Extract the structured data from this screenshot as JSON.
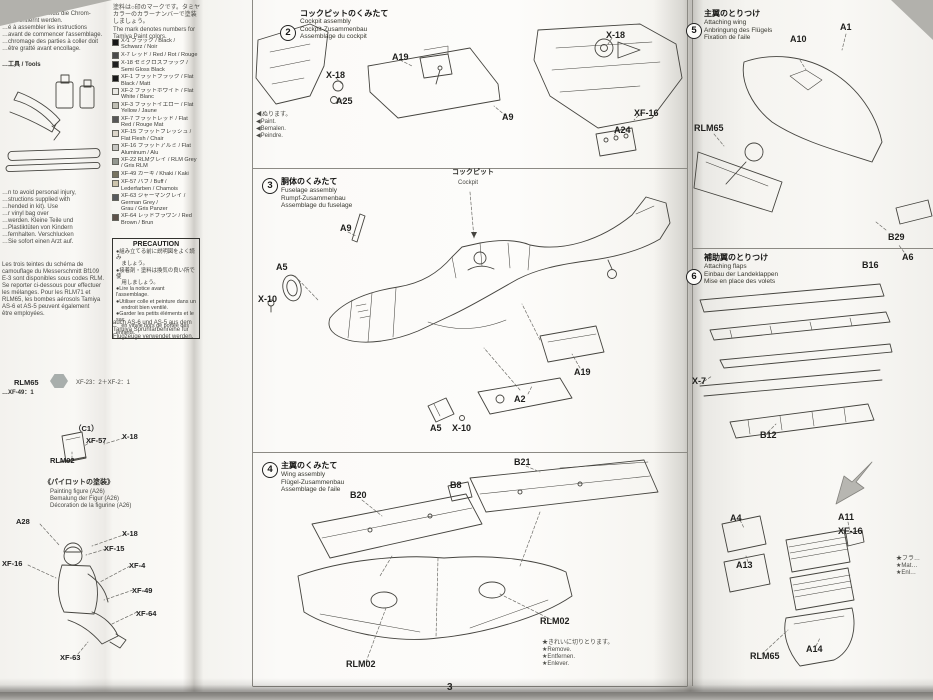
{
  "page": {
    "number": "3",
    "paper_color": "#fbfaf7",
    "background_color": "#b2b1ac",
    "ink_color": "#45443f"
  },
  "left_page": {
    "top_text": "…mittel haben.\n…n Klebestellen muß die Chrom-\n…icht entfernt werden.\n…é à assembler les instructions\n…avant de commencer l'assemblage.\n…chromage des parties à coller doit\n…être gratté avant encollage.",
    "tools_label": "…工具 / Tools",
    "safety_text": "…n to avoid personal injury,\n…structions supplied with\n…hended in kit). Use\n…r vinyl bag over\n…werden. Kleine Teile und\n…Plastiktüten von Kindern\n…fernhalten. Verschlucken\n…Sie sofort einen Arzt auf.",
    "french_text": "Les trois teintes du schéma de\ncamouflage du Messerschmitt Bf109\nE-3 sont disponibles sous codes RLM.\nSe reporter ci-dessous pour effectuer\nles mélanges. Pour les RLM71 et\nRLM65, les bombes aérosols Tamiya\nAS-6 et AS-5 peuvent également\nêtre employées.",
    "german_text": "auch AS-6 und AS-5 aus dem\nTamiya Sprühfarbenreihe für\nFlugzeuge verwendet werden.",
    "mix_fragment": "…XF-49：1",
    "rlm65": {
      "label": "RLM65",
      "formula": "XF-23：2＋XF-2：1",
      "swatch": "#a8aeac"
    },
    "c1": {
      "title": "（C1）",
      "xf57": "XF-57",
      "x18": "X-18",
      "rlm02": "RLM02"
    },
    "figure": {
      "title_jp": "《パイロットの塗装》",
      "titles_latin": "Painting figure (A26)\nBemalung der Figur (A26)\nDécoration de la figurine (A26)",
      "a28": "A28",
      "xf15": "XF-15",
      "x18": "X-18",
      "xf16": "XF-16",
      "xf4": "XF-4",
      "xf49": "XF-49",
      "xf64": "XF-64",
      "xf63": "XF-63"
    },
    "paint_legend_jp": "塗料は○印のマークです。タミヤ\nカラーのカラーナンバーで塗装\nしましょう。",
    "paint_legend_en": "The mark denotes numbers for\nTamiya Paint colors.",
    "paints": [
      {
        "sw": "#171717",
        "text": "X-1 ブラック / Black / Schwarz / Noir"
      },
      {
        "sw": "#4a4a4a",
        "text": "X-7 レッド / Red / Rot / Rouge"
      },
      {
        "sw": "#202020",
        "text": "X-18 セミグロスブラック / Semi Gloss Black"
      },
      {
        "sw": "#1a1a1a",
        "text": "XF-1 フラットブラック / Flat Black / Matt"
      },
      {
        "sw": "#e9e8e3",
        "text": "XF-2 フラットホワイト / Flat White / Blanc"
      },
      {
        "sw": "#c0bfb4",
        "text": "XF-3 フラットイエロー / Flat Yellow / Jaune"
      },
      {
        "sw": "#565656",
        "text": "XF-7 フラットレッド / Flat Red / Rouge Mat"
      },
      {
        "sw": "#dcd6ca",
        "text": "XF-15 フラットフレッシュ / Flat Flesh / Chair"
      },
      {
        "sw": "#c6c6c2",
        "text": "XF-16 フラットアルミ / Flat Aluminum / Alu"
      },
      {
        "sw": "#93978f",
        "text": "XF-22 RLMグレイ / RLM Grey / Gris RLM"
      },
      {
        "sw": "#77735f",
        "text": "XF-49 カーキ / Khaki / Kaki"
      },
      {
        "sw": "#cdc5ad",
        "text": "XF-57 バフ / Buff / Lederfarben / Chamois"
      },
      {
        "sw": "#575a5e",
        "text": "XF-63 ジャーマングレイ / German Grey /\nGrau / Gris Panzer"
      },
      {
        "sw": "#5e524a",
        "text": "XF-64 レッドブラウン / Red Brown / Brun"
      }
    ],
    "precaution": {
      "title": "PRECAUTION",
      "text": "●組み立てる前に説明図をよく読み\n　ましょう。\n●接着剤・塗料は換気の良い所で使\n　用しましょう。\n●Lire la notice avant l'assemblage.\n●Utiliser colle et peinture dans un\n　endroit bien ventilé.\n●Garder les petits éléments et le sac\n　en vinyle hors de portée des enfants."
    }
  },
  "steps": [
    {
      "num": "2",
      "title_jp": "コックピットのくみたて",
      "title_latin": "Cockpit assembly\nCockpit-Zusammenbau\nAssemblage du cockpit",
      "labels": {
        "a19": "A19",
        "x18a": "X-18",
        "a25": "A25",
        "a9": "A9",
        "a24": "A24",
        "x18b": "X-18",
        "xf16": "XF-16"
      },
      "legend": "◀ぬります。\n◀Paint.\n◀Bemalen.\n◀Peindre."
    },
    {
      "num": "3",
      "title_jp": "胴体のくみたて",
      "title_latin": "Fuselage assembly\nRumpf-Zusammenbau\nAssemblage du fuselage",
      "cockpit_jp": "コックピット",
      "cockpit_en": "Cockpit",
      "labels": {
        "a9": "A9",
        "a5a": "A5",
        "x10a": "X-10",
        "a19": "A19",
        "a2": "A2",
        "a5b": "A5",
        "x10b": "X-10"
      }
    },
    {
      "num": "4",
      "title_jp": "主翼のくみたて",
      "title_latin": "Wing assembly\nFlügel-Zusammenbau\nAssemblage de l'aile",
      "labels": {
        "b20": "B20",
        "b8": "B8",
        "b21": "B21",
        "rlm02a": "RLM02",
        "rlm02b": "RLM02"
      },
      "notes": "★きれいに切りとります。\n★Remove.\n★Entfernen.\n★Enlever."
    },
    {
      "num": "5",
      "title_jp": "主翼のとりつけ",
      "title_latin": "Attaching wing\nAnbringung des Flügels\nFixation de l'aile",
      "labels": {
        "a10": "A10",
        "a1": "A1",
        "rlm65": "RLM65",
        "b29": "B29",
        "a6": "A6"
      }
    },
    {
      "num": "6",
      "title_jp": "補助翼のとりつけ",
      "title_latin": "Attaching flaps\nEinbau der Landeklappen\nMise en place des volets",
      "labels": {
        "b16": "B16",
        "x7": "X-7",
        "b12": "B12",
        "a4": "A4",
        "a11": "A11",
        "xf16": "XF-16",
        "a13": "A13",
        "a14": "A14",
        "rlm65": "RLM65"
      },
      "legend": "★フラ…\n★Mat…\n★Enl…"
    }
  ]
}
